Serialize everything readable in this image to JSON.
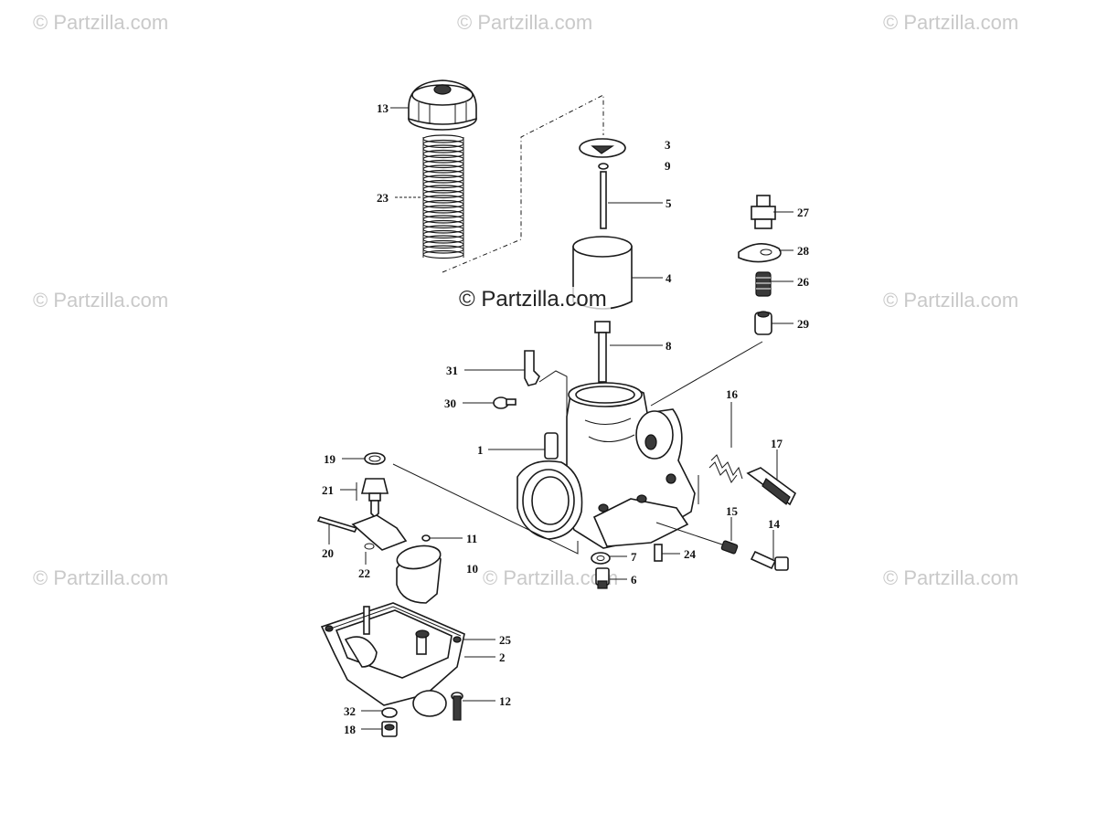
{
  "watermarks": {
    "corner_text": "© Partzilla.com",
    "center_text": "© Partzilla.com"
  },
  "callouts": {
    "p1": "1",
    "p2": "2",
    "p3": "3",
    "p4": "4",
    "p5": "5",
    "p6": "6",
    "p7": "7",
    "p8": "8",
    "p9": "9",
    "p10": "10",
    "p11": "11",
    "p12": "12",
    "p13": "13",
    "p14": "14",
    "p15": "15",
    "p16": "16",
    "p17": "17",
    "p18": "18",
    "p19": "19",
    "p20": "20",
    "p21": "21",
    "p22": "22",
    "p23": "23",
    "p24": "24",
    "p25": "25",
    "p26": "26",
    "p27": "27",
    "p28": "28",
    "p29": "29",
    "p30": "30",
    "p31": "31",
    "p32": "32"
  },
  "colors": {
    "ink": "#1a1a1a",
    "watermark": "#c9c9c9"
  }
}
